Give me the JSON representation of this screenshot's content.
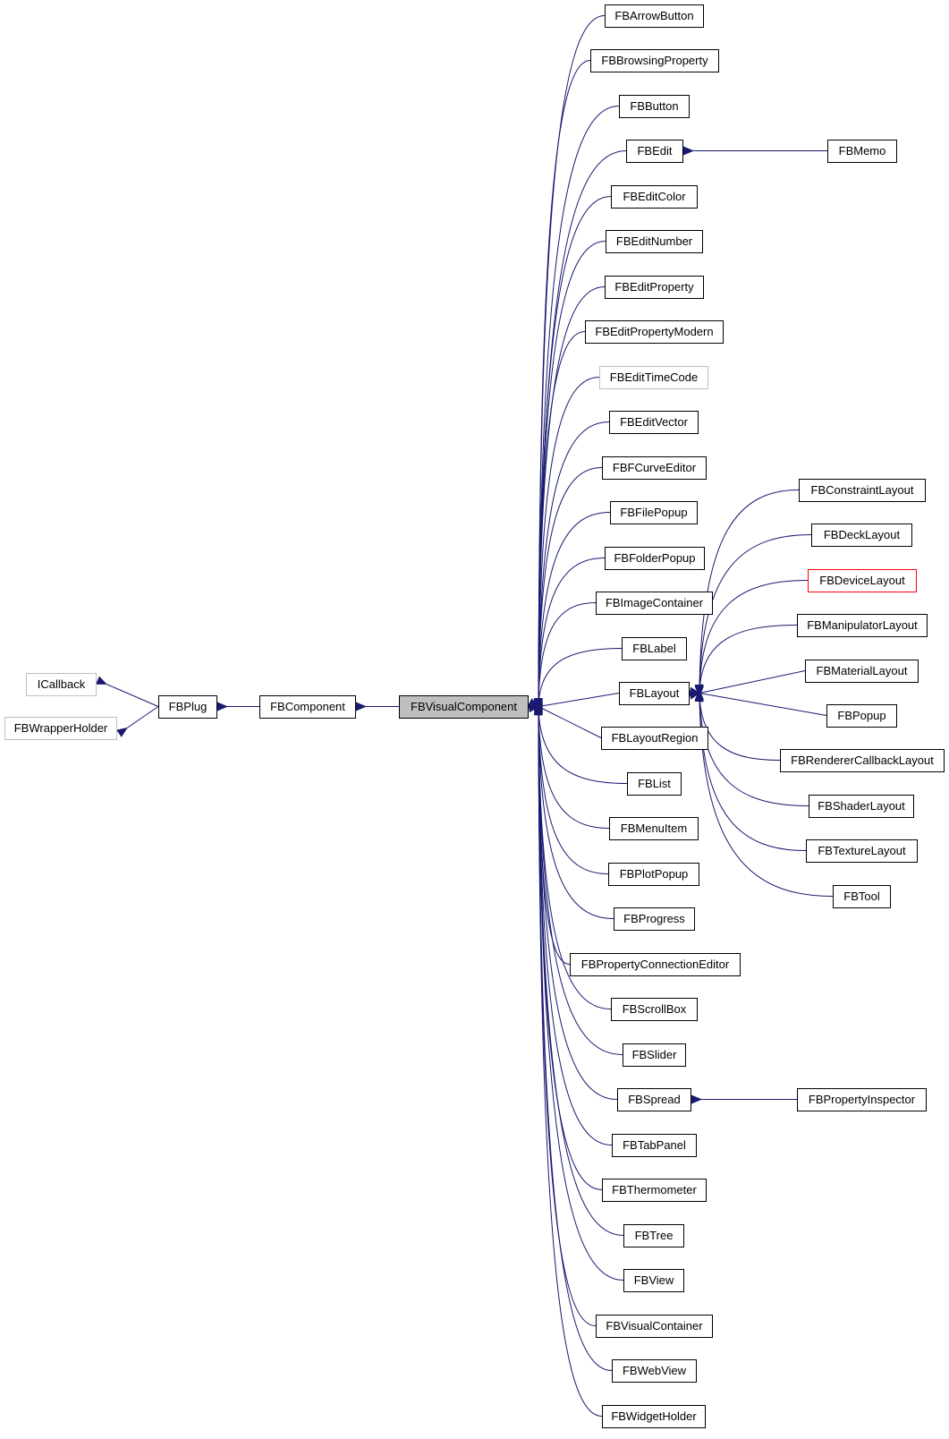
{
  "colors": {
    "edge": "#191970",
    "node_border": "#000000",
    "external_border": "#bfbfbf",
    "truncated_border": "#ff0000",
    "focus_fill": "#bfbfbf"
  },
  "nodes": [
    {
      "id": "icallback",
      "label": "ICallback",
      "style": "gray"
    },
    {
      "id": "fbwrapperholder",
      "label": "FBWrapperHolder",
      "style": "gray"
    },
    {
      "id": "fbplug",
      "label": "FBPlug",
      "style": "normal"
    },
    {
      "id": "fbcomponent",
      "label": "FBComponent",
      "style": "normal"
    },
    {
      "id": "fbvisualcomponent",
      "label": "FBVisualComponent",
      "style": "focus"
    },
    {
      "id": "fbarrowbutton",
      "label": "FBArrowButton",
      "style": "normal"
    },
    {
      "id": "fbbrowsingproperty",
      "label": "FBBrowsingProperty",
      "style": "normal"
    },
    {
      "id": "fbbutton",
      "label": "FBButton",
      "style": "normal"
    },
    {
      "id": "fbedit",
      "label": "FBEdit",
      "style": "normal"
    },
    {
      "id": "fbmemo",
      "label": "FBMemo",
      "style": "normal"
    },
    {
      "id": "fbeditcolor",
      "label": "FBEditColor",
      "style": "normal"
    },
    {
      "id": "fbeditnumber",
      "label": "FBEditNumber",
      "style": "normal"
    },
    {
      "id": "fbeditproperty",
      "label": "FBEditProperty",
      "style": "normal"
    },
    {
      "id": "fbeditpropertymodern",
      "label": "FBEditPropertyModern",
      "style": "normal"
    },
    {
      "id": "fbedittimecode",
      "label": "FBEditTimeCode",
      "style": "gray"
    },
    {
      "id": "fbeditvector",
      "label": "FBEditVector",
      "style": "normal"
    },
    {
      "id": "fbfcurveeditor",
      "label": "FBFCurveEditor",
      "style": "normal"
    },
    {
      "id": "fbfilepopup",
      "label": "FBFilePopup",
      "style": "normal"
    },
    {
      "id": "fbfolderpopup",
      "label": "FBFolderPopup",
      "style": "normal"
    },
    {
      "id": "fbimagecontainer",
      "label": "FBImageContainer",
      "style": "normal"
    },
    {
      "id": "fblabel",
      "label": "FBLabel",
      "style": "normal"
    },
    {
      "id": "fblayout",
      "label": "FBLayout",
      "style": "normal"
    },
    {
      "id": "fbconstraintlayout",
      "label": "FBConstraintLayout",
      "style": "normal"
    },
    {
      "id": "fbdecklayout",
      "label": "FBDeckLayout",
      "style": "normal"
    },
    {
      "id": "fbdevicelayout",
      "label": "FBDeviceLayout",
      "style": "red"
    },
    {
      "id": "fbmanipulatorlayout",
      "label": "FBManipulatorLayout",
      "style": "normal"
    },
    {
      "id": "fbmateriallayout",
      "label": "FBMaterialLayout",
      "style": "normal"
    },
    {
      "id": "fbpopup",
      "label": "FBPopup",
      "style": "normal"
    },
    {
      "id": "fbrenderercallbacklayout",
      "label": "FBRendererCallbackLayout",
      "style": "normal"
    },
    {
      "id": "fbshaderlayout",
      "label": "FBShaderLayout",
      "style": "normal"
    },
    {
      "id": "fbtexturelayout",
      "label": "FBTextureLayout",
      "style": "normal"
    },
    {
      "id": "fbtool",
      "label": "FBTool",
      "style": "normal"
    },
    {
      "id": "fblayoutregion",
      "label": "FBLayoutRegion",
      "style": "normal"
    },
    {
      "id": "fblist",
      "label": "FBList",
      "style": "normal"
    },
    {
      "id": "fbmenuitem",
      "label": "FBMenuItem",
      "style": "normal"
    },
    {
      "id": "fbplotpopup",
      "label": "FBPlotPopup",
      "style": "normal"
    },
    {
      "id": "fbprogress",
      "label": "FBProgress",
      "style": "normal"
    },
    {
      "id": "fbpropertyconnectioneditor",
      "label": "FBPropertyConnectionEditor",
      "style": "normal"
    },
    {
      "id": "fbscrollbox",
      "label": "FBScrollBox",
      "style": "normal"
    },
    {
      "id": "fbslider",
      "label": "FBSlider",
      "style": "normal"
    },
    {
      "id": "fbspread",
      "label": "FBSpread",
      "style": "normal"
    },
    {
      "id": "fbpropertyinspector",
      "label": "FBPropertyInspector",
      "style": "normal"
    },
    {
      "id": "fbtabpanel",
      "label": "FBTabPanel",
      "style": "normal"
    },
    {
      "id": "fbthermometer",
      "label": "FBThermometer",
      "style": "normal"
    },
    {
      "id": "fbtree",
      "label": "FBTree",
      "style": "normal"
    },
    {
      "id": "fbview",
      "label": "FBView",
      "style": "normal"
    },
    {
      "id": "fbvisualcontainer",
      "label": "FBVisualContainer",
      "style": "normal"
    },
    {
      "id": "fbwebview",
      "label": "FBWebView",
      "style": "normal"
    },
    {
      "id": "fbwidgetholder",
      "label": "FBWidgetHolder",
      "style": "normal"
    }
  ],
  "edges": [
    {
      "from": "fbplug",
      "to": "icallback"
    },
    {
      "from": "fbplug",
      "to": "fbwrapperholder"
    },
    {
      "from": "fbcomponent",
      "to": "fbplug"
    },
    {
      "from": "fbvisualcomponent",
      "to": "fbcomponent"
    },
    {
      "from": "fbarrowbutton",
      "to": "fbvisualcomponent"
    },
    {
      "from": "fbbrowsingproperty",
      "to": "fbvisualcomponent"
    },
    {
      "from": "fbbutton",
      "to": "fbvisualcomponent"
    },
    {
      "from": "fbedit",
      "to": "fbvisualcomponent"
    },
    {
      "from": "fbmemo",
      "to": "fbedit"
    },
    {
      "from": "fbeditcolor",
      "to": "fbvisualcomponent"
    },
    {
      "from": "fbeditnumber",
      "to": "fbvisualcomponent"
    },
    {
      "from": "fbeditproperty",
      "to": "fbvisualcomponent"
    },
    {
      "from": "fbeditpropertymodern",
      "to": "fbvisualcomponent"
    },
    {
      "from": "fbedittimecode",
      "to": "fbvisualcomponent"
    },
    {
      "from": "fbeditvector",
      "to": "fbvisualcomponent"
    },
    {
      "from": "fbfcurveeditor",
      "to": "fbvisualcomponent"
    },
    {
      "from": "fbfilepopup",
      "to": "fbvisualcomponent"
    },
    {
      "from": "fbfolderpopup",
      "to": "fbvisualcomponent"
    },
    {
      "from": "fbimagecontainer",
      "to": "fbvisualcomponent"
    },
    {
      "from": "fblabel",
      "to": "fbvisualcomponent"
    },
    {
      "from": "fblayout",
      "to": "fbvisualcomponent"
    },
    {
      "from": "fbconstraintlayout",
      "to": "fblayout"
    },
    {
      "from": "fbdecklayout",
      "to": "fblayout"
    },
    {
      "from": "fbdevicelayout",
      "to": "fblayout"
    },
    {
      "from": "fbmanipulatorlayout",
      "to": "fblayout"
    },
    {
      "from": "fbmateriallayout",
      "to": "fblayout"
    },
    {
      "from": "fbpopup",
      "to": "fblayout"
    },
    {
      "from": "fbrenderercallbacklayout",
      "to": "fblayout"
    },
    {
      "from": "fbshaderlayout",
      "to": "fblayout"
    },
    {
      "from": "fbtexturelayout",
      "to": "fblayout"
    },
    {
      "from": "fbtool",
      "to": "fblayout"
    },
    {
      "from": "fblayoutregion",
      "to": "fbvisualcomponent"
    },
    {
      "from": "fblist",
      "to": "fbvisualcomponent"
    },
    {
      "from": "fbmenuitem",
      "to": "fbvisualcomponent"
    },
    {
      "from": "fbplotpopup",
      "to": "fbvisualcomponent"
    },
    {
      "from": "fbprogress",
      "to": "fbvisualcomponent"
    },
    {
      "from": "fbpropertyconnectioneditor",
      "to": "fbvisualcomponent"
    },
    {
      "from": "fbscrollbox",
      "to": "fbvisualcomponent"
    },
    {
      "from": "fbslider",
      "to": "fbvisualcomponent"
    },
    {
      "from": "fbspread",
      "to": "fbvisualcomponent"
    },
    {
      "from": "fbpropertyinspector",
      "to": "fbspread"
    },
    {
      "from": "fbtabpanel",
      "to": "fbvisualcomponent"
    },
    {
      "from": "fbthermometer",
      "to": "fbvisualcomponent"
    },
    {
      "from": "fbtree",
      "to": "fbvisualcomponent"
    },
    {
      "from": "fbview",
      "to": "fbvisualcomponent"
    },
    {
      "from": "fbvisualcontainer",
      "to": "fbvisualcomponent"
    },
    {
      "from": "fbwebview",
      "to": "fbvisualcomponent"
    },
    {
      "from": "fbwidgetholder",
      "to": "fbvisualcomponent"
    }
  ]
}
